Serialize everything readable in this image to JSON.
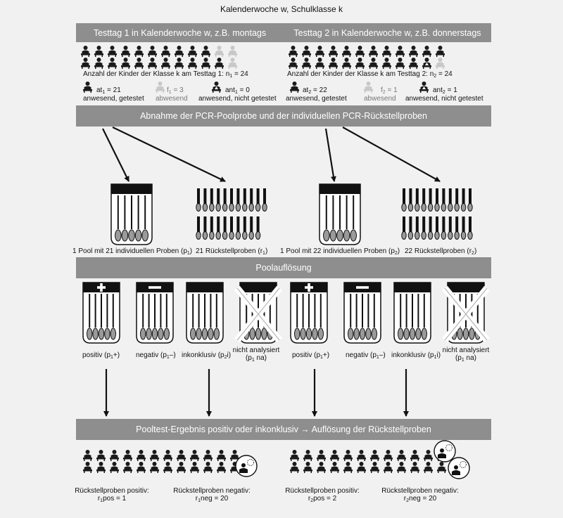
{
  "title": "Kalenderwoche w, Schulklasse k",
  "day1_header": "Testtag 1 in Kalenderwoche w, z.B. montags",
  "day2_header": "Testtag 2 in Kalenderwoche w, z.B. donnerstags",
  "day1": {
    "count_label": "Anzahl der Kinder der Klasse k am Testtag 1: n",
    "count_sub": "1",
    "count_value": " = 24",
    "at_label": "at",
    "at_sub": "1",
    "at_value": " = 21",
    "at_desc": "anwesend, getestet",
    "f_label": "f",
    "f_sub": "1",
    "f_value": " = 3",
    "f_desc": "abwesend",
    "ant_label": "ant",
    "ant_sub": "1",
    "ant_value": " = 0",
    "ant_desc": "anwesend, nicht getestet"
  },
  "day2": {
    "count_label": "Anzahl der Kinder der Klasse k am Testtag 2: n",
    "count_sub": "2",
    "count_value": " = 24",
    "at_label": "at",
    "at_sub": "2",
    "at_value": " = 22",
    "at_desc": "anwesend, getestet",
    "f_label": "f",
    "f_sub": "2",
    "f_value": " = 1",
    "f_desc": "abwesend",
    "ant_label": "ant",
    "ant_sub": "2",
    "ant_value": " = 1",
    "ant_desc": "anwesend, nicht getestet"
  },
  "band_sampling": "Abnahme der PCR-Poolprobe und der individuellen PCR-Rückstellproben",
  "samples": {
    "pool1": "1 Pool mit 21 individuellen Proben (p",
    "pool1_sub": "1",
    "rs1": "21 Rückstellproben (r",
    "rs1_sub": "1",
    "pool2": "1 Pool mit 22 individuellen Proben (p",
    "pool2_sub": "2",
    "rs2": "22 Rückstellproben (r",
    "rs2_sub": "2",
    "close": ")"
  },
  "band_resolution": "Poolauflösung",
  "results": {
    "badge_inconclusive": "inkonklusiv",
    "positive": "positiv (p",
    "positive_suffix": "+)",
    "negative": "negativ (p",
    "negative_suffix": "–)",
    "inconclusive": "inkonklusiv (p",
    "inconclusive_suffix": "i)",
    "not_analyzed": "nicht analysiert",
    "not_analyzed_open": "(p",
    "not_analyzed_suffix": " na)",
    "sub_p1": "1",
    "sub_p2": "2"
  },
  "band_result": "Pooltest-Ergebnis positiv oder inkonklusiv → Auflösung der Rückstellproben",
  "bottom": {
    "pos_label": "Rückstellproben positiv:",
    "neg_label": "Rückstellproben negativ:",
    "r": "r",
    "pos1": "pos = 1",
    "neg1": "neg = 20",
    "pos2": "pos = 2",
    "neg2": "neg = 20",
    "sub1": "1",
    "sub2": "2"
  },
  "colors": {
    "band": "#8e8e8e",
    "background": "#f1f1f1",
    "figure": "#1a1a1a",
    "figure_absent": "#c8c8c8",
    "swab": "#9a9a9a"
  }
}
